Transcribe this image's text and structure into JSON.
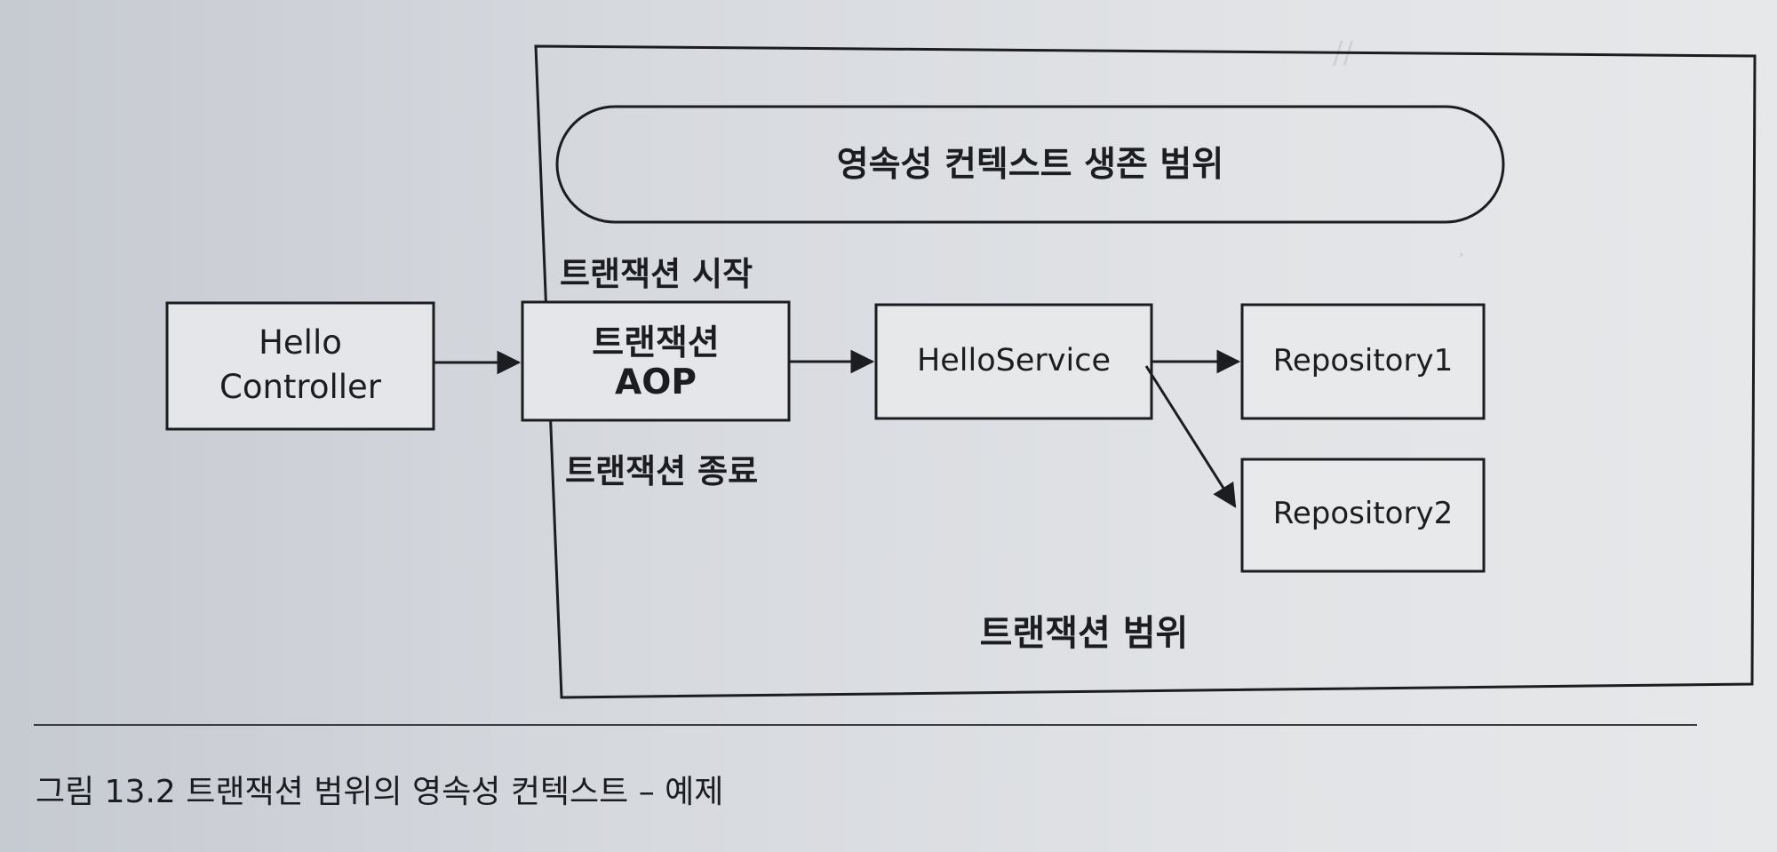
{
  "diagram": {
    "persistence_scope_label": "영속성 컨텍스트 생존 범위",
    "transaction_start_label": "트랜잭션 시작",
    "transaction_end_label": "트랜잭션 종료",
    "transaction_scope_label": "트랜잭션 범위",
    "nodes": {
      "hello_controller": [
        "Hello",
        "Controller"
      ],
      "transaction_aop": [
        "트랜잭션",
        "AOP"
      ],
      "hello_service": "HelloService",
      "repository1": "Repository1",
      "repository2": "Repository2"
    }
  },
  "caption": "그림 13.2 트랜잭션 범위의 영속성 컨텍스트 – 예제"
}
